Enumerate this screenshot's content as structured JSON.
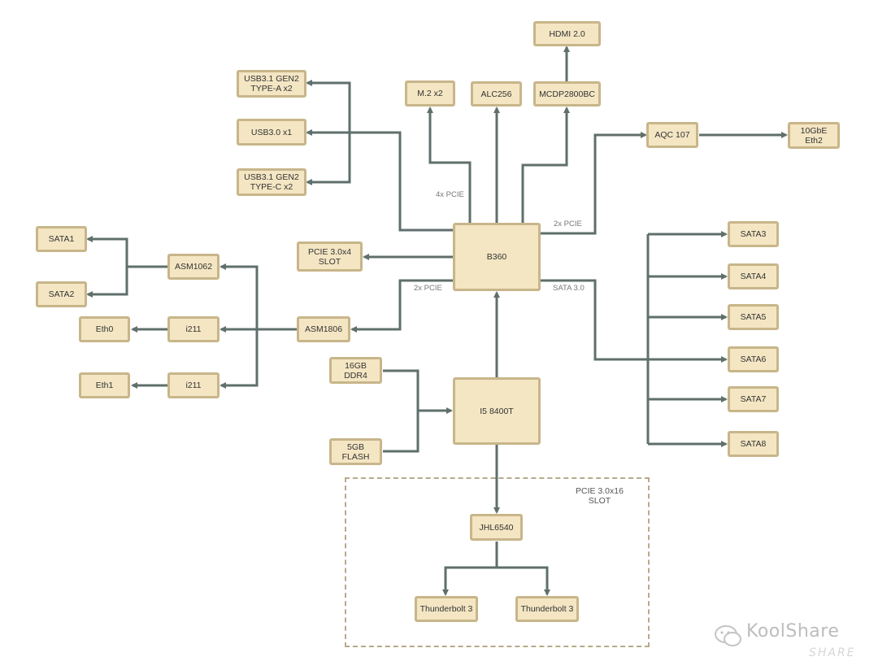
{
  "nodes": {
    "usb31_gen2_a": [
      "USB3.1 GEN2",
      "TYPE-A x2"
    ],
    "usb30": [
      "USB3.0 x1"
    ],
    "usb31_gen2_c": [
      "USB3.1 GEN2",
      "TYPE-C x2"
    ],
    "m2": [
      "M.2 x2"
    ],
    "alc256": [
      "ALC256"
    ],
    "mcdp2800bc": [
      "MCDP2800BC"
    ],
    "hdmi": [
      "HDMI 2.0"
    ],
    "aqc107": [
      "AQC 107"
    ],
    "tengbe": [
      "10GbE",
      "Eth2"
    ],
    "b360": [
      "B360"
    ],
    "pcie_x4_slot": [
      "PCIE 3.0x4",
      "SLOT"
    ],
    "sata1": [
      "SATA1"
    ],
    "sata2": [
      "SATA2"
    ],
    "asm1062": [
      "ASM1062"
    ],
    "eth0": [
      "Eth0"
    ],
    "i211_a": [
      "i211"
    ],
    "asm1806": [
      "ASM1806"
    ],
    "eth1": [
      "Eth1"
    ],
    "i211_b": [
      "i211"
    ],
    "ddr4": [
      "16GB",
      "DDR4"
    ],
    "flash": [
      "5GB",
      "FLASH"
    ],
    "cpu": [
      "I5 8400T"
    ],
    "sata3": [
      "SATA3"
    ],
    "sata4": [
      "SATA4"
    ],
    "sata5": [
      "SATA5"
    ],
    "sata6": [
      "SATA6"
    ],
    "sata7": [
      "SATA7"
    ],
    "sata8": [
      "SATA8"
    ],
    "jhl6540": [
      "JHL6540"
    ],
    "tb1": [
      "Thunderbolt 3"
    ],
    "tb2": [
      "Thunderbolt 3"
    ]
  },
  "labels": {
    "pcie_4x": "4x PCIE",
    "pcie_2x_right": "2x PCIE",
    "pcie_2x_left": "2x PCIE",
    "sata30": "SATA 3.0",
    "pcie_x16_slot": [
      "PCIE 3.0x16",
      "SLOT"
    ]
  },
  "watermark": {
    "text": "KoolShare",
    "sub": "SHARE"
  },
  "colors": {
    "node_fill": "#f4e6c3",
    "node_border": "#c8b68a",
    "line": "#5f6f6c",
    "dashed": "#b8a98a"
  }
}
